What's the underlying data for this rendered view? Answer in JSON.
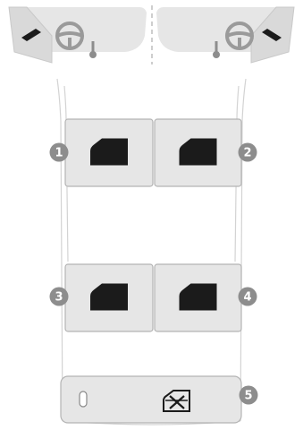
{
  "colors": {
    "background": "#ffffff",
    "panel_fill": "#e6e6e6",
    "panel_stroke": "#b4b4b4",
    "outline": "#d3d3d3",
    "icon_dark": "#1b1b1b",
    "badge_fill": "#8d8d8d",
    "badge_text": "#ffffff"
  },
  "diagram": {
    "layout_variants": [
      {
        "name": "left-hand-drive",
        "icons": [
          "steering-wheel",
          "mirror",
          "door-window"
        ]
      },
      {
        "name": "right-hand-drive",
        "icons": [
          "steering-wheel",
          "mirror",
          "door-window"
        ]
      }
    ],
    "switches": [
      {
        "badge": "1",
        "icon": "window-switch-icon"
      },
      {
        "badge": "2",
        "icon": "window-switch-icon"
      },
      {
        "badge": "3",
        "icon": "window-switch-icon"
      },
      {
        "badge": "4",
        "icon": "window-switch-icon"
      },
      {
        "badge": "5",
        "icon": "child-lock-icon",
        "indicator": "status-led"
      }
    ]
  }
}
